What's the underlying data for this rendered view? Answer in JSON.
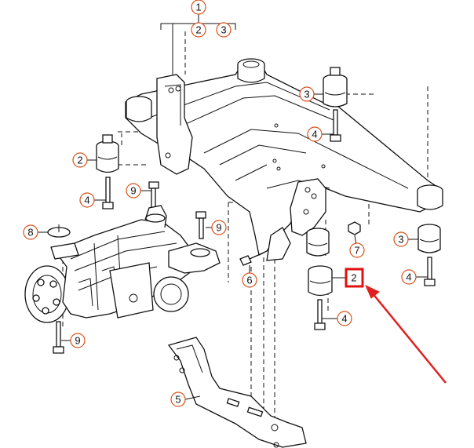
{
  "diagram": {
    "callouts": {
      "top_1": "1",
      "top_2": "2",
      "top_3": "3",
      "bushing_upper_right_3": "3",
      "bolt_upper_right_4": "4",
      "bushing_left_2": "2",
      "bolt_left_4": "4",
      "bolt_mid_9": "9",
      "cap_8": "8",
      "bolt_center_9": "9",
      "nut_7": "7",
      "bolt_6": "6",
      "bushing_right_3": "3",
      "bolt_right_4": "4",
      "bushing_highlight_2": "2",
      "bolt_lower_4": "4",
      "bolt_bottom_left_9": "9",
      "bracket_5": "5"
    },
    "colors": {
      "callout_ring": "#d9501a",
      "highlight": "#e01010",
      "arrow": "#e02020",
      "line": "#111111"
    }
  }
}
